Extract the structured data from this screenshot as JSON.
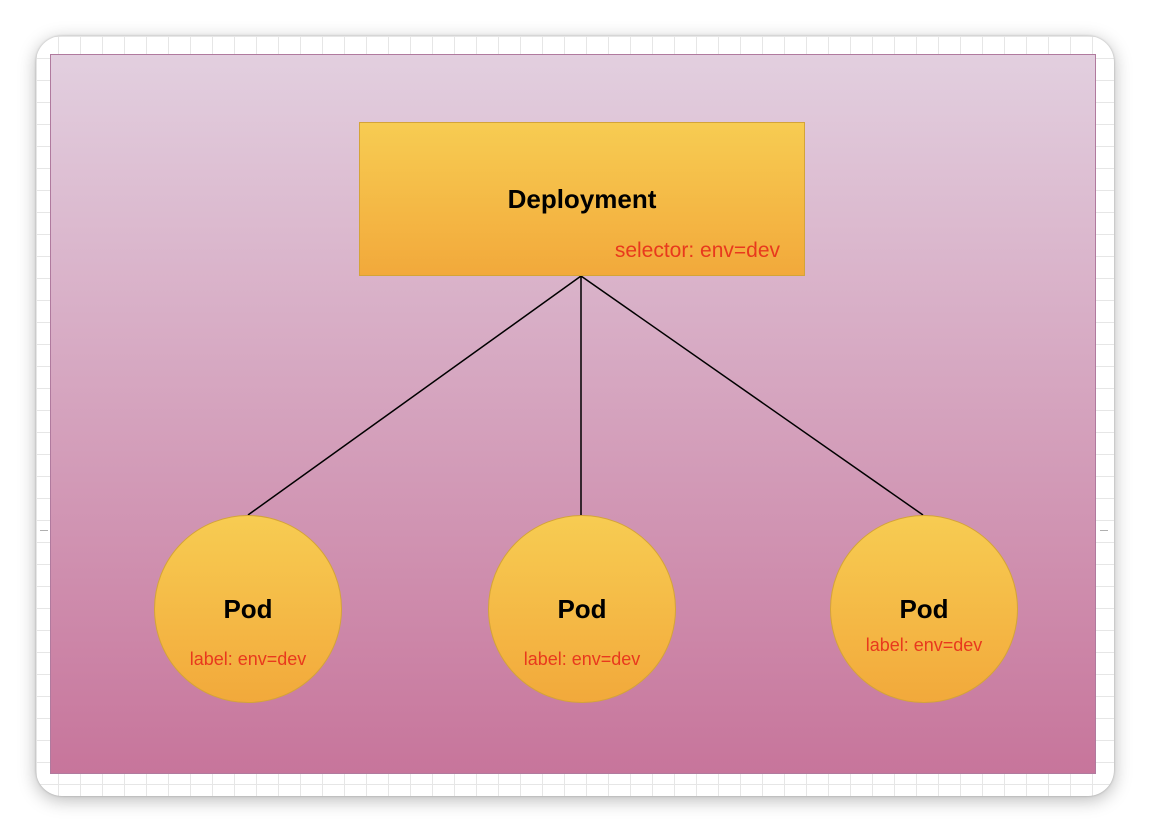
{
  "diagram": {
    "type": "tree",
    "nodes": [
      {
        "id": "deployment",
        "title": "Deployment",
        "subtitle": "selector: env=dev",
        "shape": "rectangle"
      },
      {
        "id": "pod1",
        "title": "Pod",
        "subtitle": "label: env=dev",
        "shape": "circle"
      },
      {
        "id": "pod2",
        "title": "Pod",
        "subtitle": "label: env=dev",
        "shape": "circle"
      },
      {
        "id": "pod3",
        "title": "Pod",
        "subtitle": "label: env=dev",
        "shape": "circle"
      }
    ],
    "edges": [
      {
        "from": "deployment",
        "to": "pod1"
      },
      {
        "from": "deployment",
        "to": "pod2"
      },
      {
        "from": "deployment",
        "to": "pod3"
      }
    ]
  },
  "colors": {
    "background_top": "#e2cfdf",
    "background_bottom": "#c7759b",
    "node_fill_top": "#f7cc52",
    "node_fill_bottom": "#f2a93b",
    "node_border": "#d4a438",
    "label_text": "#e8391d",
    "title_text": "#000000",
    "edge": "#000000"
  }
}
